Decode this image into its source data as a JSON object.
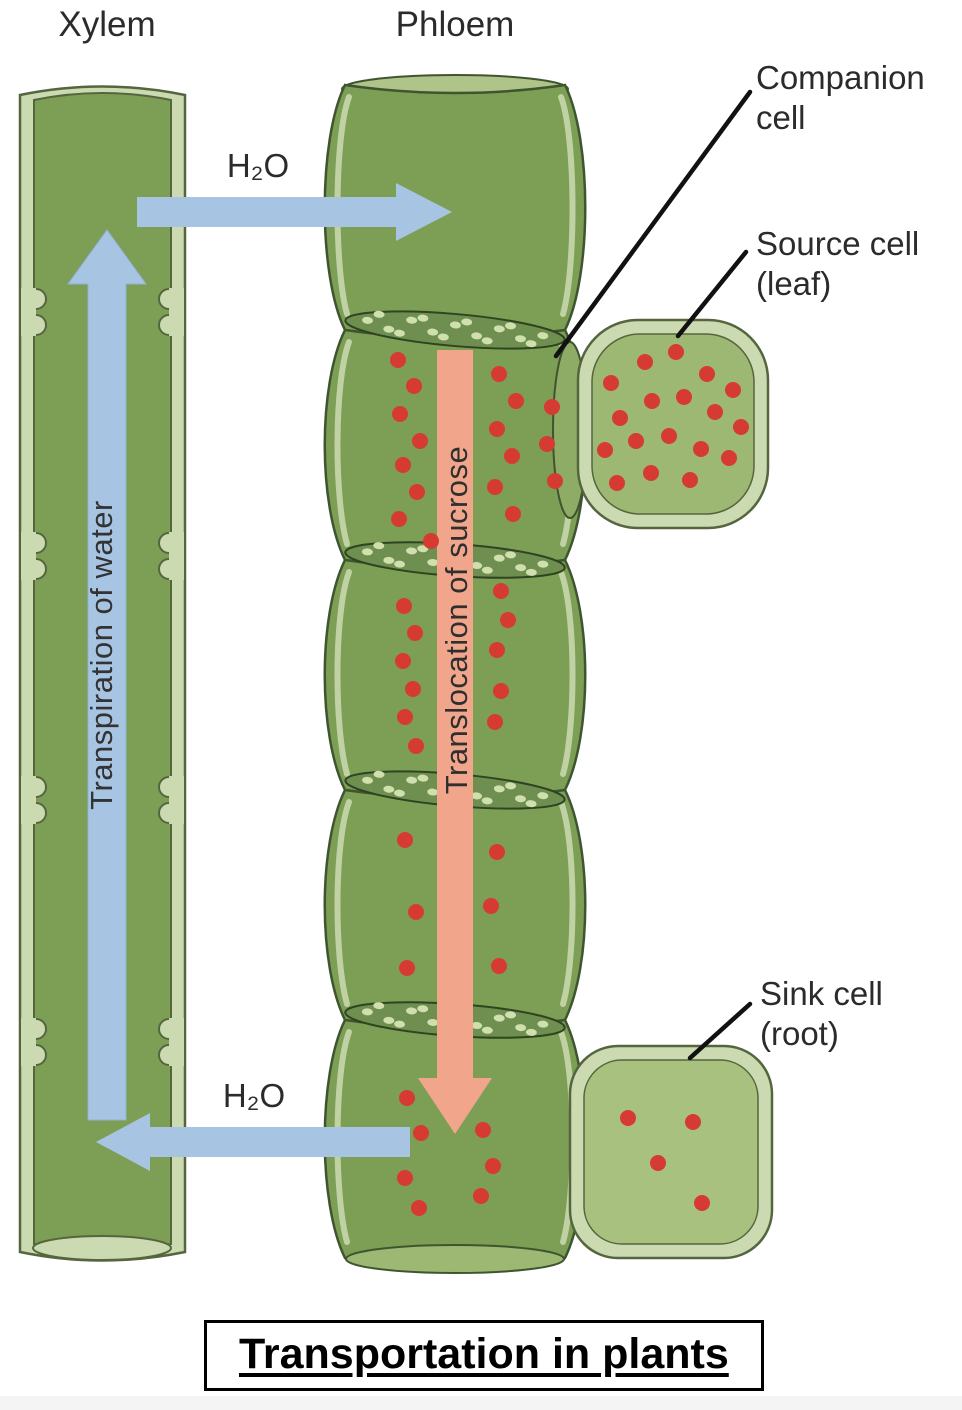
{
  "title": "Transportation in plants",
  "labels": {
    "xylem": "Xylem",
    "phloem": "Phloem",
    "h2o_top": "H₂O",
    "h2o_bottom": "H₂O",
    "transpiration": "Transpiration of water",
    "translocation": "Translocation of sucrose",
    "companion_cell": "Companion cell",
    "source_cell": "Source cell (leaf)",
    "sink_cell": "Sink cell (root)"
  },
  "colors": {
    "wall_light": "#cbdab1",
    "wall_outline": "#55663f",
    "cell_green": "#7d9e55",
    "cell_inner_source": "#9cb873",
    "cell_inner_sink": "#a8c17e",
    "companion": "#8fac66",
    "plate_face": "#6f8f50",
    "plate_hole": "#cfdfae",
    "cap_green": "#aec489",
    "water_arrow": "#a7c5e3",
    "sucrose_arrow": "#f1a68b",
    "sucrose_dot": "#d63b33",
    "outline": "#3e5530",
    "pointer": "#111111"
  }
}
